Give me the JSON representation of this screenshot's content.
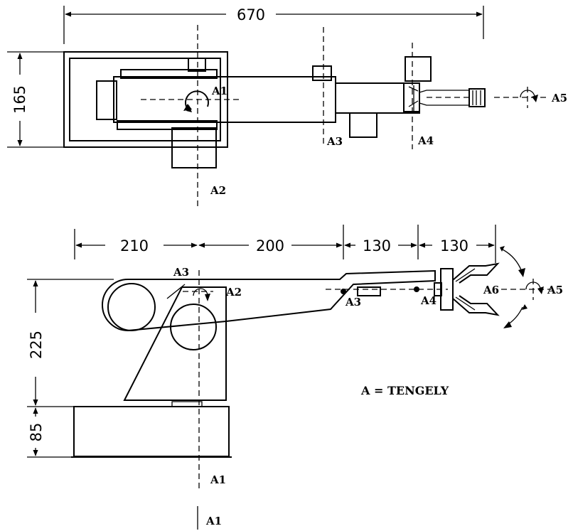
{
  "top_view": {
    "dim_width": "670",
    "dim_height": "165",
    "axes": [
      "A1",
      "A2",
      "A3",
      "A4",
      "A5"
    ]
  },
  "side_view": {
    "dims_horizontal": [
      "210",
      "200",
      "130",
      "130"
    ],
    "dims_vertical": [
      "225",
      "85"
    ],
    "axes": [
      "A3",
      "A2",
      "A3",
      "A4",
      "A6",
      "A5",
      "A1"
    ],
    "legend": "A = TENGELY"
  },
  "bottom_axis_label": "A1"
}
